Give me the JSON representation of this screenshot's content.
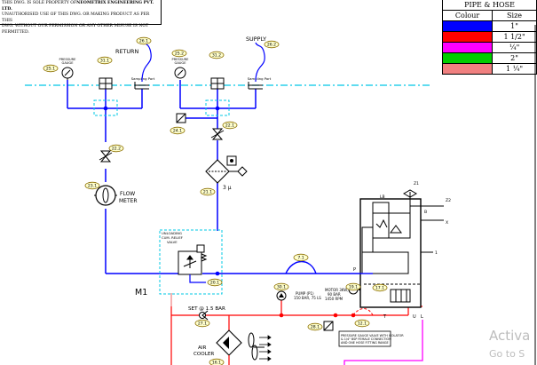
{
  "note": {
    "line1_prefix": "THIS DWG. IS SOLE PROPERTY OF",
    "company": "NEOMETRIX ENGINEERING PVT. LTD.",
    "line2": "UNAUTHORISED USE OF THIS DWG. OR MAKING PRODUCT AS PER THIS",
    "line3": "DWG. WITHOUT OUR PERMISSION OR ANY OTHER MISUSE IS NOT",
    "line4": "PERMITTED."
  },
  "legend": {
    "title": "PIPE & HOSE",
    "col_colour": "Colour",
    "col_size": "Size",
    "rows": [
      {
        "color": "#0000ff",
        "size": "1\""
      },
      {
        "color": "#ff0000",
        "size": "1 1/2\""
      },
      {
        "color": "#ff00ff",
        "size": "¼\""
      },
      {
        "color": "#00cc00",
        "size": "2\""
      },
      {
        "color": "#f08080",
        "size": "1 ¼\""
      }
    ]
  },
  "labels": {
    "return": "RETURN",
    "supply": "SUPPLY",
    "flow_meter_1": "FLOW",
    "flow_meter_2": "METER",
    "m1": "M1",
    "set_pressure": "SET @ 1.5 BAR",
    "air_cooler_1": "AIR",
    "air_cooler_2": "COOLER",
    "filter_micron": "3 μ",
    "pressure_gauge_1": "PRESSURE",
    "pressure_gauge_2": "GAUGE",
    "sampling_port": "Sampling Port",
    "unloading_1": "UNLOADING",
    "unloading_2": "CUM. RELIEF",
    "unloading_3": "VALVE",
    "pump_note_1": "PUMP (P1)",
    "pump_note_2": "150 BAR, 75 LS",
    "motor_note_1": "MOTOR 3KW,",
    "motor_note_2": "90 BAR",
    "motor_note_3": "1450 RPM",
    "bottom_note_1": "PRESSURE GAUGE VALVE WITH ISOLATOR",
    "bottom_note_2": "& 1/4\" BSP FEMALE CONNECTION",
    "bottom_note_3": "AND ONE HOSE FITTING RANGE",
    "tag_p": "P",
    "tag_t": "T",
    "tag_u": "U",
    "tag_l": "L",
    "tag_z1": "Z1",
    "tag_z2": "Z2",
    "tag_lb": "LB",
    "tag_x": "X",
    "tag_1": "1",
    "tag_m": "M",
    "tag_b": "B"
  },
  "tags": {
    "t1": "25.1",
    "t2": "31.1",
    "t3": "26.1",
    "t4": "25.2",
    "t5": "31.2",
    "t6": "26.2",
    "t7": "24.1",
    "t8": "22.1",
    "t9": "22.2",
    "t10": "23.1",
    "t11": "21.1",
    "t12": "7.1",
    "t13": "20.1",
    "t14": "30.1",
    "t15": "19.1",
    "t16": "12.1",
    "t17": "27.1",
    "t18": "28.1",
    "t19": "17.1",
    "t20": "16.1"
  },
  "watermark": {
    "line1": "Activa",
    "line2": "Go to S"
  },
  "colors": {
    "pressure_line": "#0000ff",
    "tank_line": "#ff0000",
    "pilot_line": "#ff00ff",
    "reservoir_line": "#00c8e6",
    "tag_fill": "#ffffcc",
    "tag_stroke": "#8a6d00"
  }
}
